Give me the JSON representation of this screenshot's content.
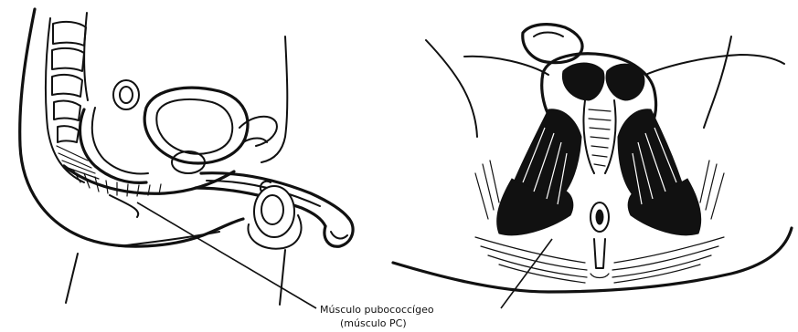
{
  "caption": {
    "line1": "Músculo pubococcígeo",
    "line2": "(músculo PC)"
  },
  "colors": {
    "ink": "#111111",
    "background": "#ffffff"
  },
  "figures": [
    {
      "view": "sagittal-section-male-pelvis",
      "icon": "anatomy-illustration"
    },
    {
      "view": "inferior-view-pelvic-floor",
      "icon": "anatomy-illustration"
    }
  ]
}
